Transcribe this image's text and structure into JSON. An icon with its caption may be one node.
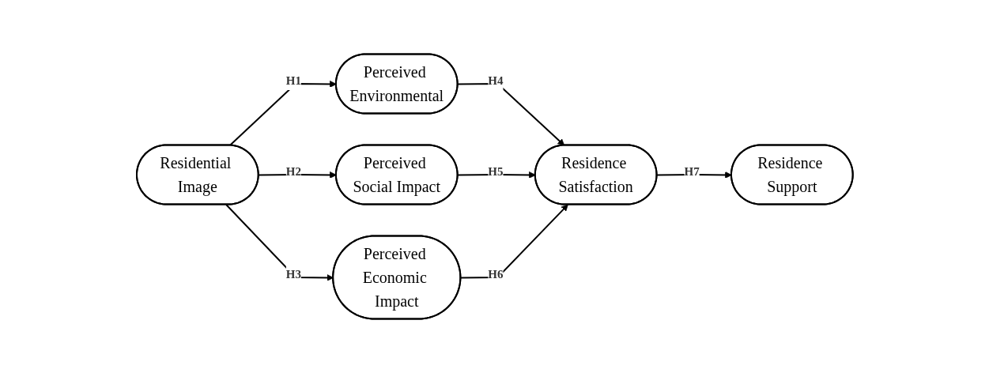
{
  "diagram": {
    "nodes": [
      {
        "text": [
          "Residential Image"
        ]
      },
      {
        "text": [
          "Perceived Environmental"
        ]
      },
      {
        "text": [
          "Perceived Social Impact"
        ]
      },
      {
        "text": [
          "Perceived Economic Impact"
        ]
      },
      {
        "text": [
          "Residence Satisfaction"
        ]
      },
      {
        "text": [
          "Residence Support"
        ]
      }
    ],
    "edges": [
      {
        "from": 0,
        "to": 1,
        "arrow": "to",
        "label": "H1"
      },
      {
        "from": 0,
        "to": 2,
        "arrow": "to",
        "label": "H2"
      },
      {
        "from": 0,
        "to": 3,
        "arrow": "to",
        "label": "H3"
      },
      {
        "from": 1,
        "to": 4,
        "arrow": "to",
        "label": "H4"
      },
      {
        "from": 2,
        "to": 4,
        "arrow": "to",
        "label": "H5"
      },
      {
        "from": 3,
        "to": 4,
        "arrow": "to",
        "label": "H6"
      },
      {
        "from": 4,
        "to": 5,
        "arrow": "to",
        "label": "H7"
      }
    ]
  }
}
